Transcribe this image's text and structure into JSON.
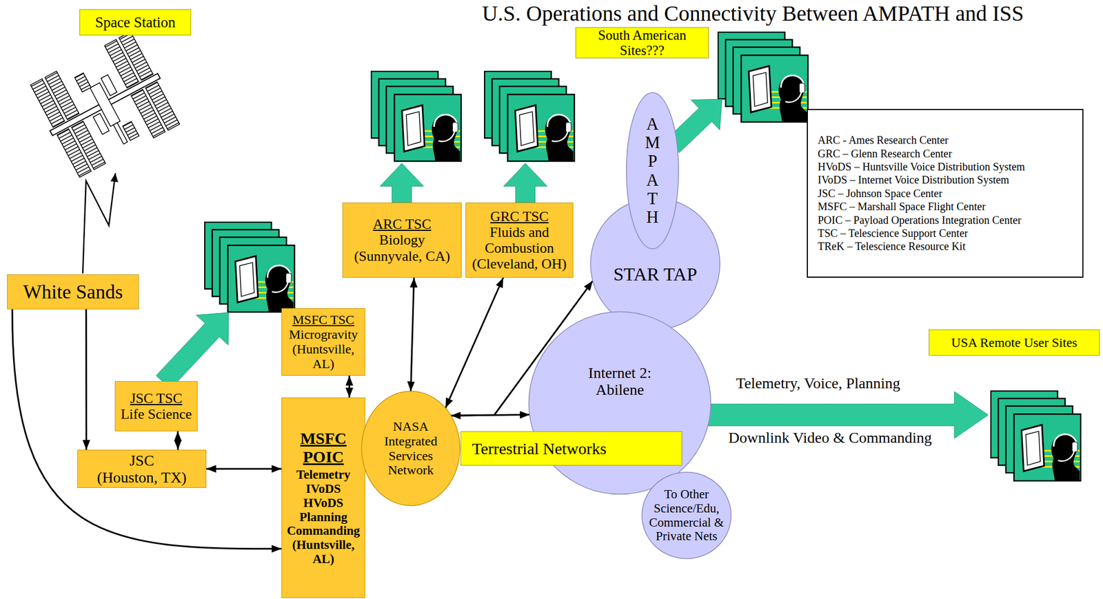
{
  "diagram": {
    "title": "U.S. Operations and Connectivity Between AMPATH and ISS",
    "nodes": [
      {
        "text": [
          "Space Station"
        ]
      },
      {
        "text": [
          "White Sands"
        ]
      },
      {
        "text": [
          "JSC TSC",
          "Life Science"
        ]
      },
      {
        "text": [
          "JSC",
          "(Houston, TX)"
        ]
      },
      {
        "text": [
          "MSFC TSC",
          "Microgravity (Huntsville, AL)"
        ]
      },
      {
        "text": [
          "MSFC POIC",
          "Telemetry IVoDS HVoDS Planning Commanding (Huntsville, AL)"
        ]
      },
      {
        "text": [
          "ARC TSC",
          "Biology (Sunnyvale, CA)"
        ]
      },
      {
        "text": [
          "GRC TSC",
          "Fluids and Combustion (Cleveland, OH)"
        ]
      },
      {
        "text": [
          "NASA Integrated Services Network"
        ]
      },
      {
        "text": [
          "Terrestrial Networks"
        ]
      },
      {
        "text": [
          "STAR TAP"
        ]
      },
      {
        "text": [
          "AMPATH"
        ]
      },
      {
        "text": [
          "Internet 2: Abilene"
        ]
      },
      {
        "text": [
          "To Other Science/Edu, Commercial & Private Nets"
        ]
      },
      {
        "text": [
          "South American Sites???"
        ]
      },
      {
        "text": [
          "USA Remote User Sites"
        ]
      },
      {
        "text": [
          "ARC - Ames Research Center",
          "GRC – Glenn Research Center",
          "HVoDS – Huntsville Voice Distribution System",
          "IVoDS – Internet Voice Distribution System",
          "JSC – Johnson Space Center",
          "MSFC – Marshall Space Flight Center",
          "POIC – Payload Operations Integration Center",
          "TSC – Telescience Support Center",
          "TReK – Telescience Resource Kit"
        ]
      }
    ],
    "edges": [
      {
        "from": 1,
        "to": 3,
        "arrow": "to"
      },
      {
        "from": 1,
        "to": 5,
        "arrow": "to"
      },
      {
        "from": 2,
        "to": 3,
        "arrow": "both"
      },
      {
        "from": 3,
        "to": 5,
        "arrow": "both"
      },
      {
        "from": 4,
        "to": 5,
        "arrow": "both"
      },
      {
        "from": 6,
        "to": 8,
        "arrow": "both"
      },
      {
        "from": 7,
        "to": 8,
        "arrow": "both"
      },
      {
        "from": 8,
        "to": 12,
        "arrow": "both"
      },
      {
        "from": 8,
        "to": 10,
        "arrow": "to"
      }
    ],
    "labels": [
      "Telemetry, Voice, Planning",
      "Downlink Video & Commanding"
    ]
  }
}
